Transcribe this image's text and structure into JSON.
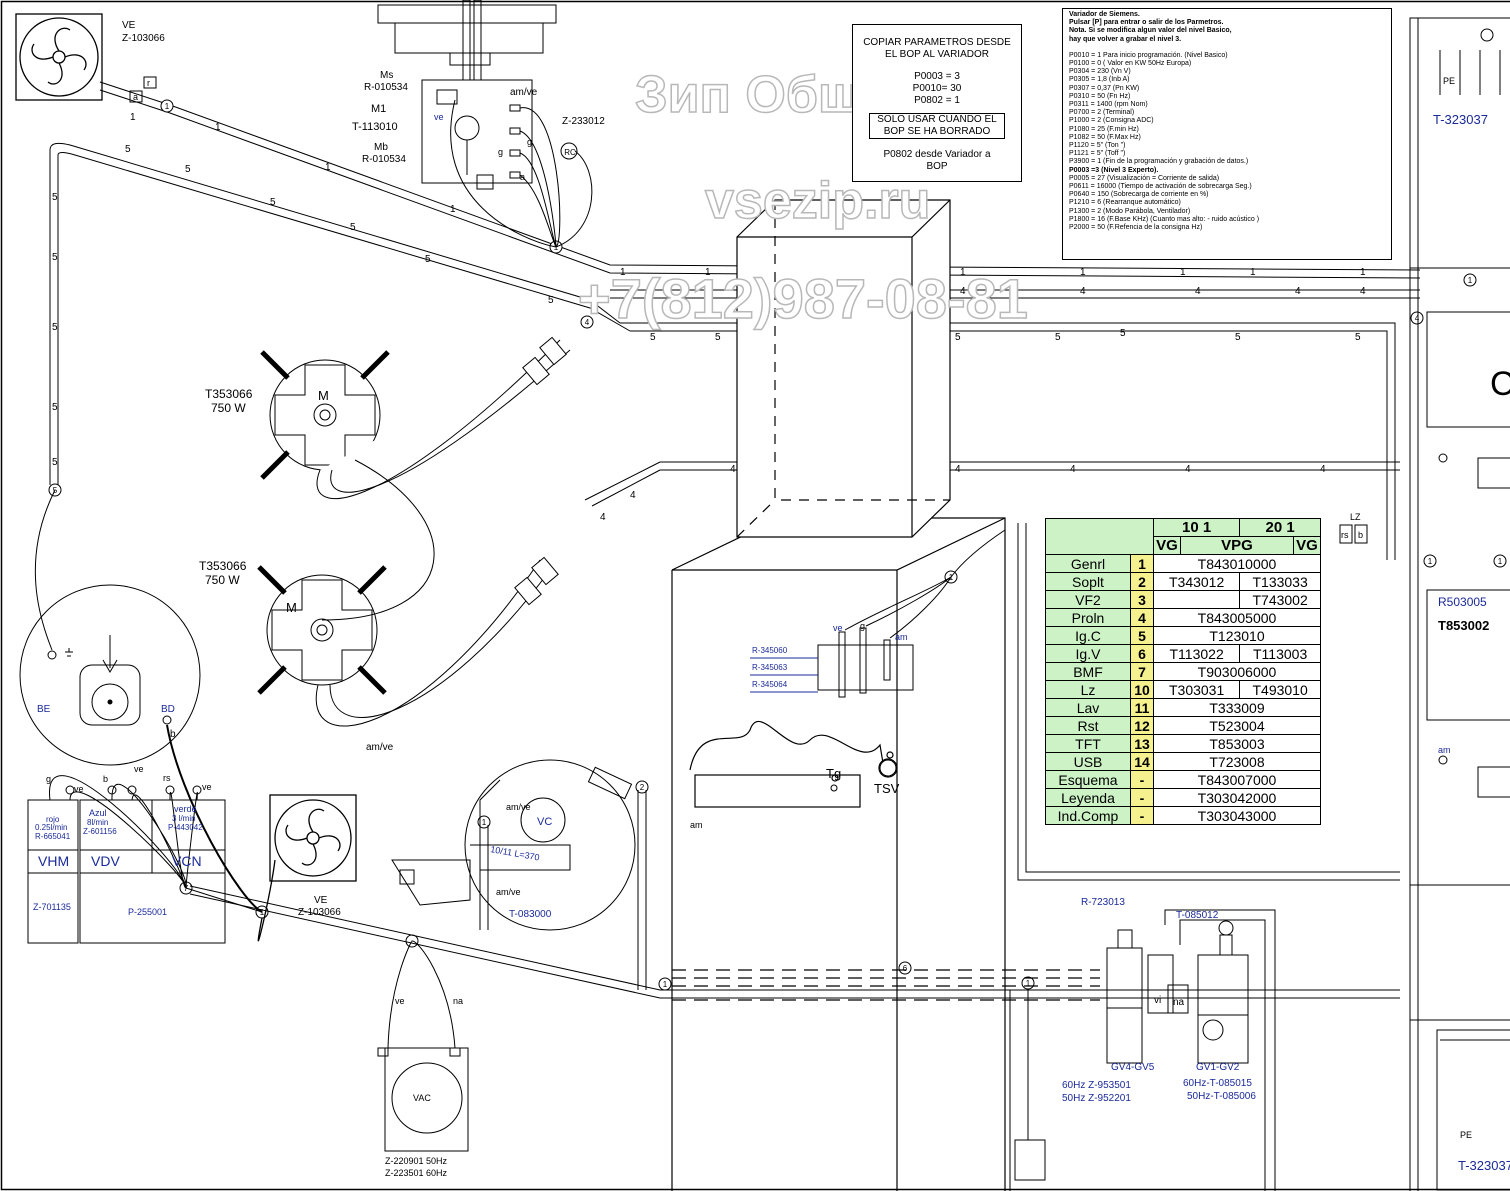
{
  "siemens": {
    "title": "Variador de Siemens.",
    "l1": "Pulsar [P] para entrar o salir de los Parmetros.",
    "l2": "Nota. Si se modifica algun valor del nivel Basico,",
    "l3": "hay que volver a    grabar el nivel 3.",
    "params": [
      "P0010  = 1   Para inicio programación. (Nivel Basico)",
      "P0100  = 0  ( Valor en KW  50Hz  Europa)",
      "P0304  = 230  (Vn  V)",
      "P0305  = 1,8   (Inb  A)",
      "P0307  = 0,37  (Pn  KW)",
      "P0310  = 50   (Fn  Hz)",
      "P0311  = 1400  (rpm Nom)",
      "P0700  = 2    (Terminal)",
      "P1000  = 2  (Consigna ADC)",
      "P1080  = 25  (F.min Hz)",
      "P1082  = 50  (F.Max Hz)",
      "P1120  = 5\"  (Ton  \")",
      "P1121  = 5\"  (Toff  \")",
      "P3900  = 1   (Fin de la programación y grabación de datos.)"
    ],
    "n3": "P0003 =3    (Nivel 3 Experto).",
    "params3": [
      "P0005  = 27  (Visualización = Corriente  de salida)",
      "P0611  = 16000  (Tiempo de activación de sobrecarga Seg.)",
      "P0640  = 150    (Sobrecarga de corriente en %)",
      "P1210  = 6      (Rearranque automático)",
      "P1300  = 2      (Modo Parábola, Ventilador)",
      "P1800  = 16    (F.Base KHz)   (Cuanto mas alto: - ruido acústico )",
      "P2000  = 50    (F.Refencia de la consigna   Hz)"
    ]
  },
  "copiar": {
    "l1": "COPIAR PARAMETROS DESDE",
    "l2": "EL BOP AL VARIADOR",
    "l3": "P0003 = 3",
    "l4": "P0010= 30",
    "l5": "P0802 = 1",
    "l6": "SOLO USAR CUANDO EL",
    "l7": "BOP SE HA BORRADO",
    "l8": "P0802 desde Variador a",
    "l9": "BOP"
  },
  "table": {
    "h1a": "10 1",
    "h1b": "20 1",
    "h2a": "VG",
    "h2b": "VPG",
    "h2c": "VG",
    "rows": [
      {
        "name": "Genrl",
        "n": "1",
        "a": "T843010000",
        "b": ""
      },
      {
        "name": "Soplt",
        "n": "2",
        "a": "T343012",
        "b": "T133033"
      },
      {
        "name": "VF2",
        "n": "3",
        "a": "",
        "b": "T743002"
      },
      {
        "name": "Proln",
        "n": "4",
        "a": "T843005000",
        "b": ""
      },
      {
        "name": "Ig.C",
        "n": "5",
        "a": "T123010",
        "b": ""
      },
      {
        "name": "Ig.V",
        "n": "6",
        "a": "T113022",
        "b": "T113003"
      },
      {
        "name": "BMF",
        "n": "7",
        "a": "T903006000",
        "b": ""
      },
      {
        "name": "Lz",
        "n": "10",
        "a": "T303031",
        "b": "T493010"
      },
      {
        "name": "Lav",
        "n": "11",
        "a": "T333009",
        "b": ""
      },
      {
        "name": "Rst",
        "n": "12",
        "a": "T523004",
        "b": ""
      },
      {
        "name": "TFT",
        "n": "13",
        "a": "T853003",
        "b": ""
      },
      {
        "name": "USB",
        "n": "14",
        "a": "T723008",
        "b": ""
      },
      {
        "name": "Esquema",
        "n": "-",
        "a": "T843007000",
        "b": ""
      },
      {
        "name": "Leyenda",
        "n": "-",
        "a": "T303042000",
        "b": ""
      },
      {
        "name": "Ind.Comp",
        "n": "-",
        "a": "T303043000",
        "b": ""
      }
    ]
  },
  "watermark": {
    "line1": "Зип Общепит",
    "line2": "vsezip.ru",
    "line3": "+7(812)987-08-81"
  },
  "labels": {
    "ve_top": "VE",
    "ve_top_code": "Z-103066",
    "ms": "Ms",
    "ms_code": "R-010534",
    "m1": "M1",
    "m1_code": "T-113010",
    "mb": "Mb",
    "mb_code": "R-010534",
    "amve": "am/ve",
    "z233012": "Z-233012",
    "rc": "RC",
    "motor1": "T353066",
    "motor1_w": "750 W",
    "motor2": "T353066",
    "motor2_w": "750 W",
    "m": "M",
    "be": "BE",
    "bd": "BD",
    "b": "b",
    "vc": "VC",
    "t083000": "T-083000",
    "r345060": "R-345060",
    "r345063": "R-345063",
    "r345064": "R-345064",
    "tg": "Tg",
    "tsv": "TSV",
    "r723013": "R-723013",
    "t085012": "T-085012",
    "gv45": "GV4-GV5",
    "gv12": "GV1-GV2",
    "z953501": "60Hz Z-953501",
    "z952201": "50Hz Z-952201",
    "t085015": "60Hz-T-085015",
    "t085006": "50Hz-T-085006",
    "vi": "vi",
    "na": "na",
    "am": "am",
    "g": "g",
    "ve": "ve",
    "rs": "rs",
    "lz": "LZ",
    "vac": "VAC",
    "z220901": "Z-220901  50Hz",
    "z223501": "Z-223501  60Hz",
    "ve_bot": "VE",
    "ve_bot_code": "Z-103066",
    "vhm_a": "rojo",
    "vhm_b": "0.25l/min",
    "vhm_c": "R-665041",
    "vhm": "VHM",
    "vdv_a": "Azul",
    "vdv_b": "8l/min",
    "vdv_c": "Z-601156",
    "vdv": "VDV",
    "vcn_a": "verde",
    "vcn_b": "3 l/min",
    "vcn_c": "P-443042",
    "vcn": "VCN",
    "z701135": "Z-701135",
    "p255001": "P-255001",
    "len": "10/11 L=370",
    "t323037": "T-323037",
    "pe": "PE",
    "r503005": "R503005",
    "t853002": "T853002",
    "c": "C"
  }
}
